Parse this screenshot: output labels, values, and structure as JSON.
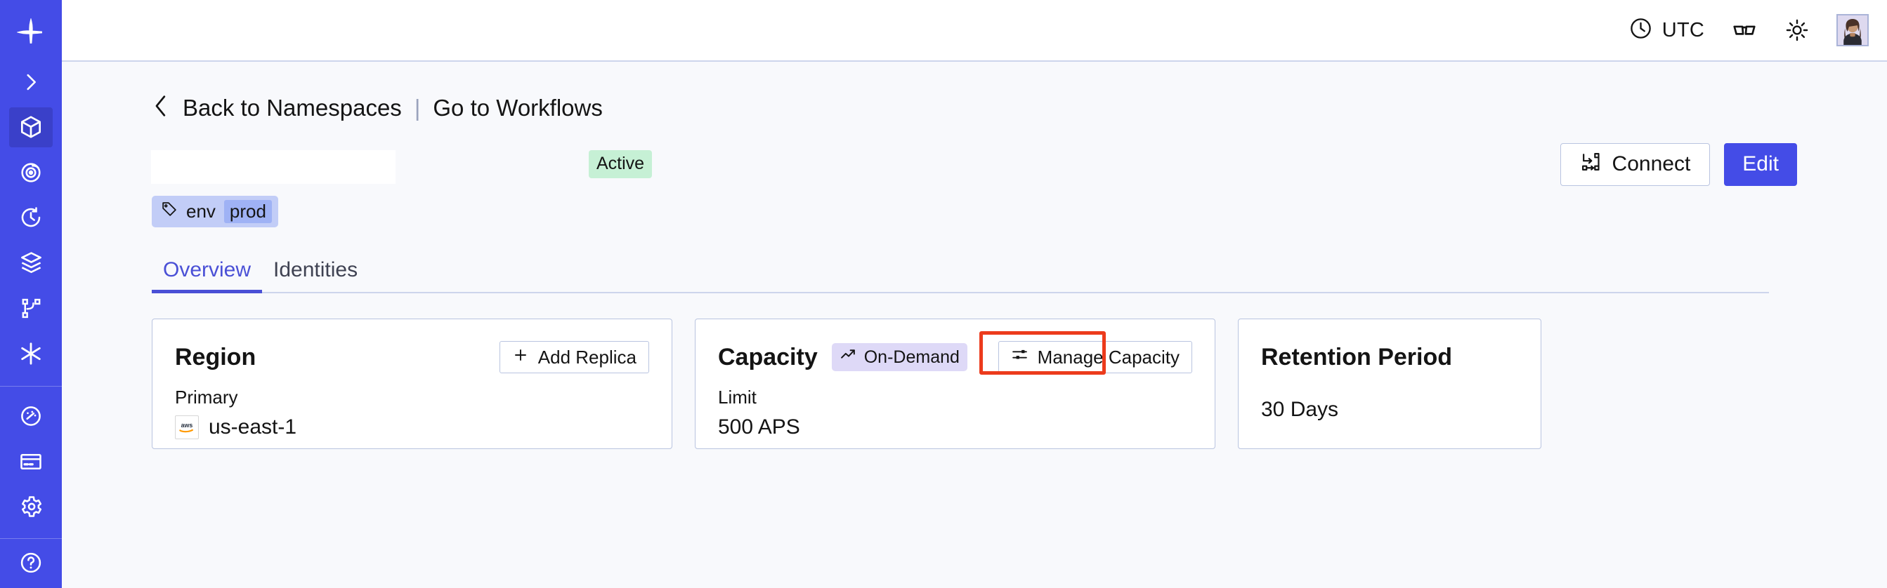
{
  "app": {
    "accent": "#444ce7",
    "sidebar_bg": "#444ce7",
    "page_bg": "#f8f9fc",
    "highlight_color": "#ec3b1c"
  },
  "sidebar": {
    "logo": {
      "icon": "temporal-logo-icon",
      "label": "Temporal"
    },
    "items": [
      {
        "icon": "chevron-right-icon",
        "label": "Expand navigation",
        "active": false
      },
      {
        "icon": "cube-icon",
        "label": "Namespaces",
        "active": true
      },
      {
        "icon": "eye-icon",
        "label": "Observability",
        "active": false
      },
      {
        "icon": "history-clock-icon",
        "label": "Schedules",
        "active": false
      },
      {
        "icon": "layers-icon",
        "label": "Workers",
        "active": false
      },
      {
        "icon": "branch-nodes-icon",
        "label": "Workflows",
        "active": false
      },
      {
        "icon": "asterisk-icon",
        "label": "Nexus",
        "active": false
      }
    ],
    "items_lower": [
      {
        "icon": "gauge-icon",
        "label": "Usage",
        "active": false
      },
      {
        "icon": "credit-card-icon",
        "label": "Billing",
        "active": false
      },
      {
        "icon": "gear-icon",
        "label": "Settings",
        "active": false
      }
    ],
    "items_footer": [
      {
        "icon": "help-circle-icon",
        "label": "Help",
        "active": false
      }
    ]
  },
  "topbar": {
    "timezone": {
      "icon": "clock-icon",
      "label": "UTC"
    },
    "glasses": {
      "icon": "glasses-icon",
      "label": "Reader mode"
    },
    "theme": {
      "icon": "sun-icon",
      "label": "Light theme"
    },
    "avatar": {
      "icon": "avatar",
      "label": "User account"
    }
  },
  "breadcrumb": {
    "back_icon": "chevron-left-icon",
    "back_label": "Back to Namespaces",
    "separator": "|",
    "link_label": "Go to Workflows"
  },
  "header": {
    "namespace_name": "",
    "status_badge": "Active",
    "connect_button": {
      "icon": "connect-icon",
      "label": "Connect"
    },
    "edit_button": {
      "label": "Edit"
    },
    "tag": {
      "icon": "tag-icon",
      "key": "env",
      "value": "prod"
    }
  },
  "tabs": [
    {
      "label": "Overview",
      "active": true
    },
    {
      "label": "Identities",
      "active": false
    }
  ],
  "cards": {
    "region": {
      "title": "Region",
      "action": {
        "icon": "plus-icon",
        "label": "Add Replica"
      },
      "sublabel": "Primary",
      "provider_icon": "aws-icon",
      "value": "us-east-1"
    },
    "capacity": {
      "title": "Capacity",
      "pill": {
        "icon": "trend-up-icon",
        "label": "On-Demand"
      },
      "action": {
        "icon": "sliders-icon",
        "label": "Manage Capacity"
      },
      "sublabel": "Limit",
      "value": "500 APS"
    },
    "retention": {
      "title": "Retention Period",
      "value": "30 Days"
    }
  }
}
